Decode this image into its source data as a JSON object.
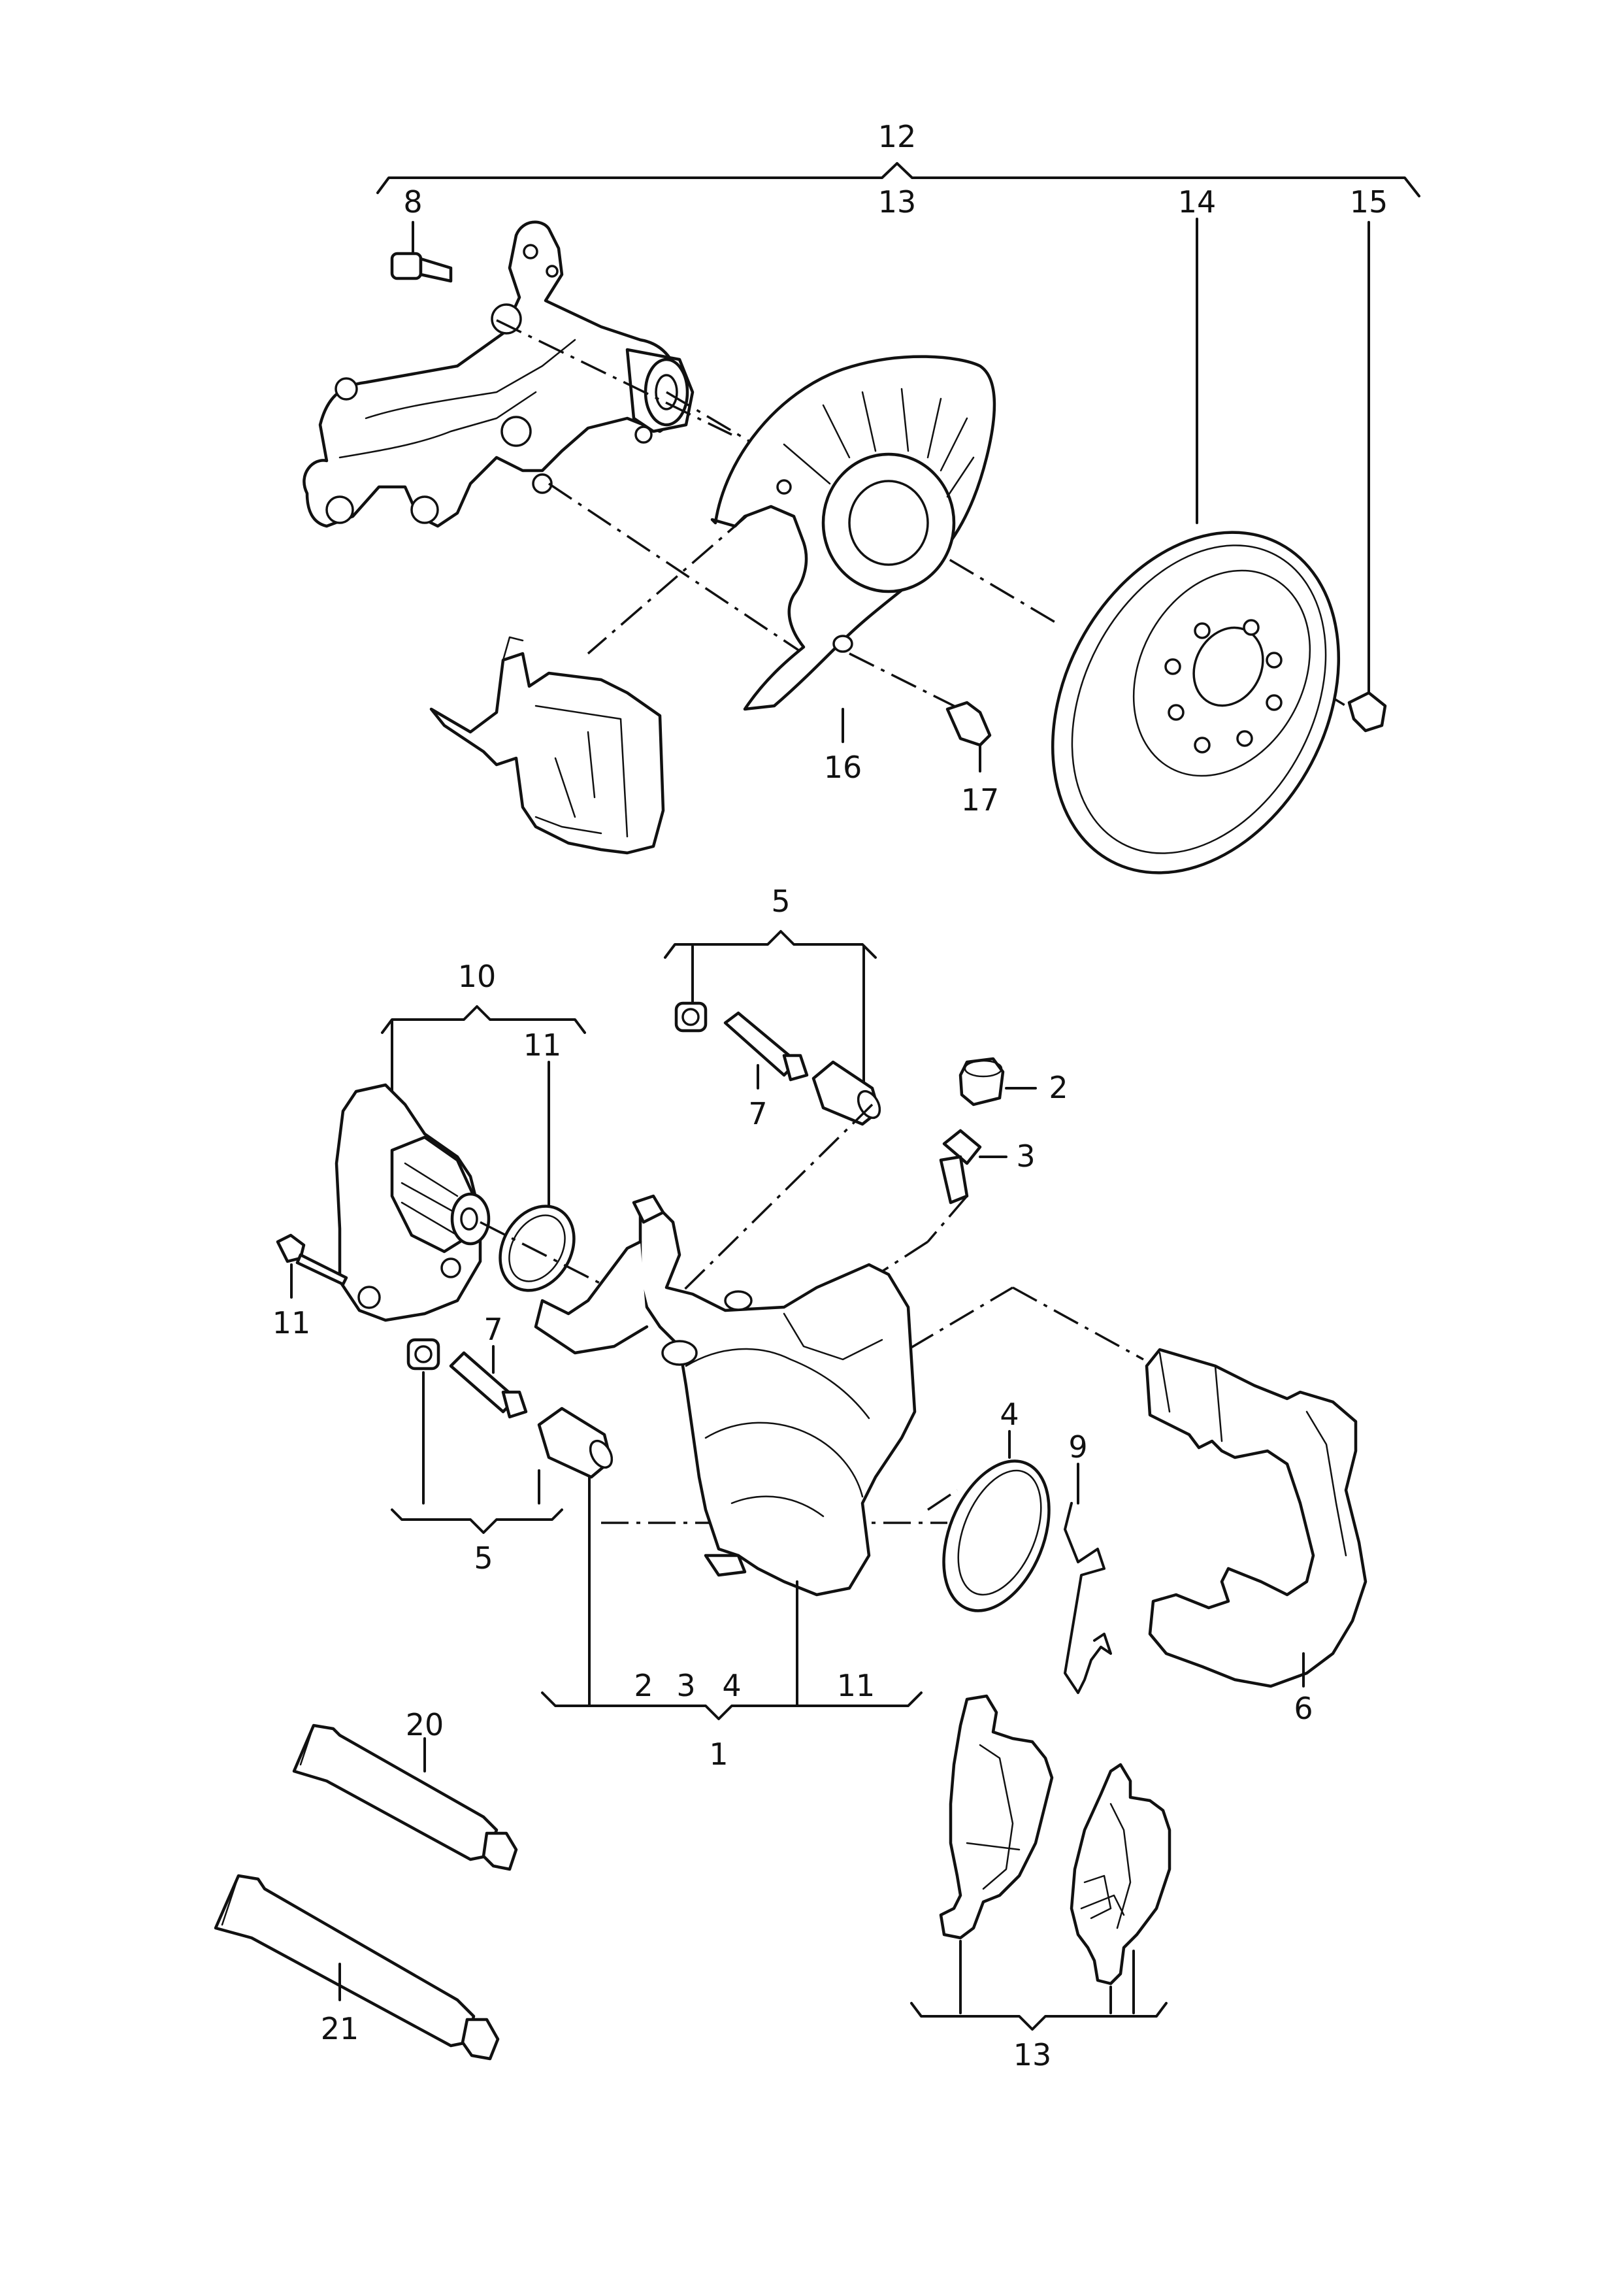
{
  "callouts": {
    "c1": "1",
    "c2": "2",
    "c3": "3",
    "c4": "4",
    "c5": "5",
    "c6": "6",
    "c7": "7",
    "c8": "8",
    "c9": "9",
    "c10": "10",
    "c11": "11",
    "c12": "12",
    "c13": "13",
    "c14": "14",
    "c15": "15",
    "c16": "16",
    "c17": "17",
    "c20": "20",
    "c21": "21"
  }
}
